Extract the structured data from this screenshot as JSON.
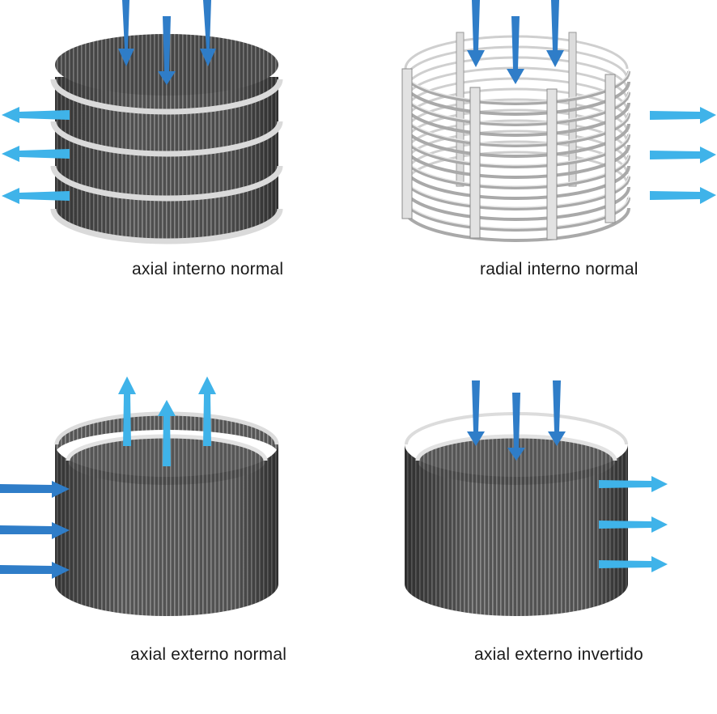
{
  "panels": [
    {
      "id": "axial-interno-normal",
      "label": "axial interno normal"
    },
    {
      "id": "radial-interno-normal",
      "label": "radial interno normal"
    },
    {
      "id": "axial-externo-normal",
      "label": "axial externo normal"
    },
    {
      "id": "axial-externo-invertido",
      "label": "axial externo invertido"
    }
  ],
  "colors": {
    "arrow_dark": "#2f7dc8",
    "arrow_light": "#3fb3e9",
    "screen_dark": "#4a4a4a",
    "screen_slot": "#7a7a7a",
    "ring": "#d8d8d8",
    "wire": "#bdbdbd"
  }
}
